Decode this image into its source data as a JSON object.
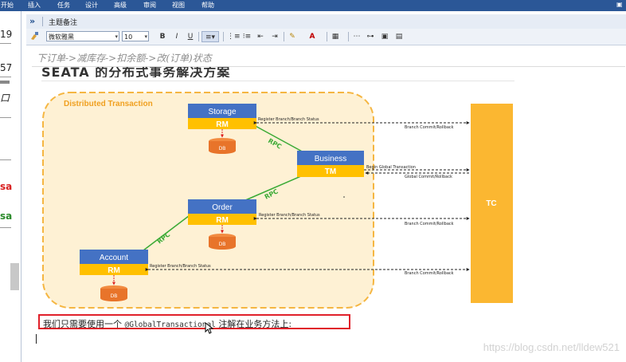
{
  "menu": {
    "items": [
      "开始",
      "插入",
      "任务",
      "设计",
      "高级",
      "审阅",
      "视图",
      "帮助"
    ]
  },
  "left_pane": {
    "fragments": [
      "19",
      "57",
      "口",
      "sa",
      "sa"
    ]
  },
  "panel": {
    "title": "主题备注"
  },
  "toolbar": {
    "font_name": "微软雅黑",
    "font_size": "10",
    "bold": "B",
    "italic": "I",
    "underline": "U"
  },
  "editor": {
    "task_line": "下订单->减库存->扣余额->改(订单)状态",
    "clipped_heading": "SEATA 的分布式事务解决方案",
    "caption_prefix": "我们只需要使用一个 ",
    "caption_code": "@GlobalTransactional",
    "caption_suffix": " 注解在业务方法上:"
  },
  "diagram": {
    "title": "Distributed Transaction",
    "storage": "Storage",
    "order": "Order",
    "account": "Account",
    "business": "Business",
    "rm": "RM",
    "tm": "TM",
    "db": "DB",
    "tc": "TC",
    "rpc": "RPC",
    "register": "Register Branch/Branch Status",
    "branch_commit": "Branch Commit/Rollback",
    "begin_global": "Begin Global Transaction",
    "global_commit": "Global Commit/Rollback",
    "colors": {
      "blue": "#4472c4",
      "orange": "#ffc000",
      "panel": "#fef1d4",
      "panel_border": "#f5b642",
      "tc": "#fbb731",
      "rpc_line": "#3aaa35",
      "db": "#e8742a"
    }
  },
  "watermark": "https://blog.csdn.net/lldew521"
}
